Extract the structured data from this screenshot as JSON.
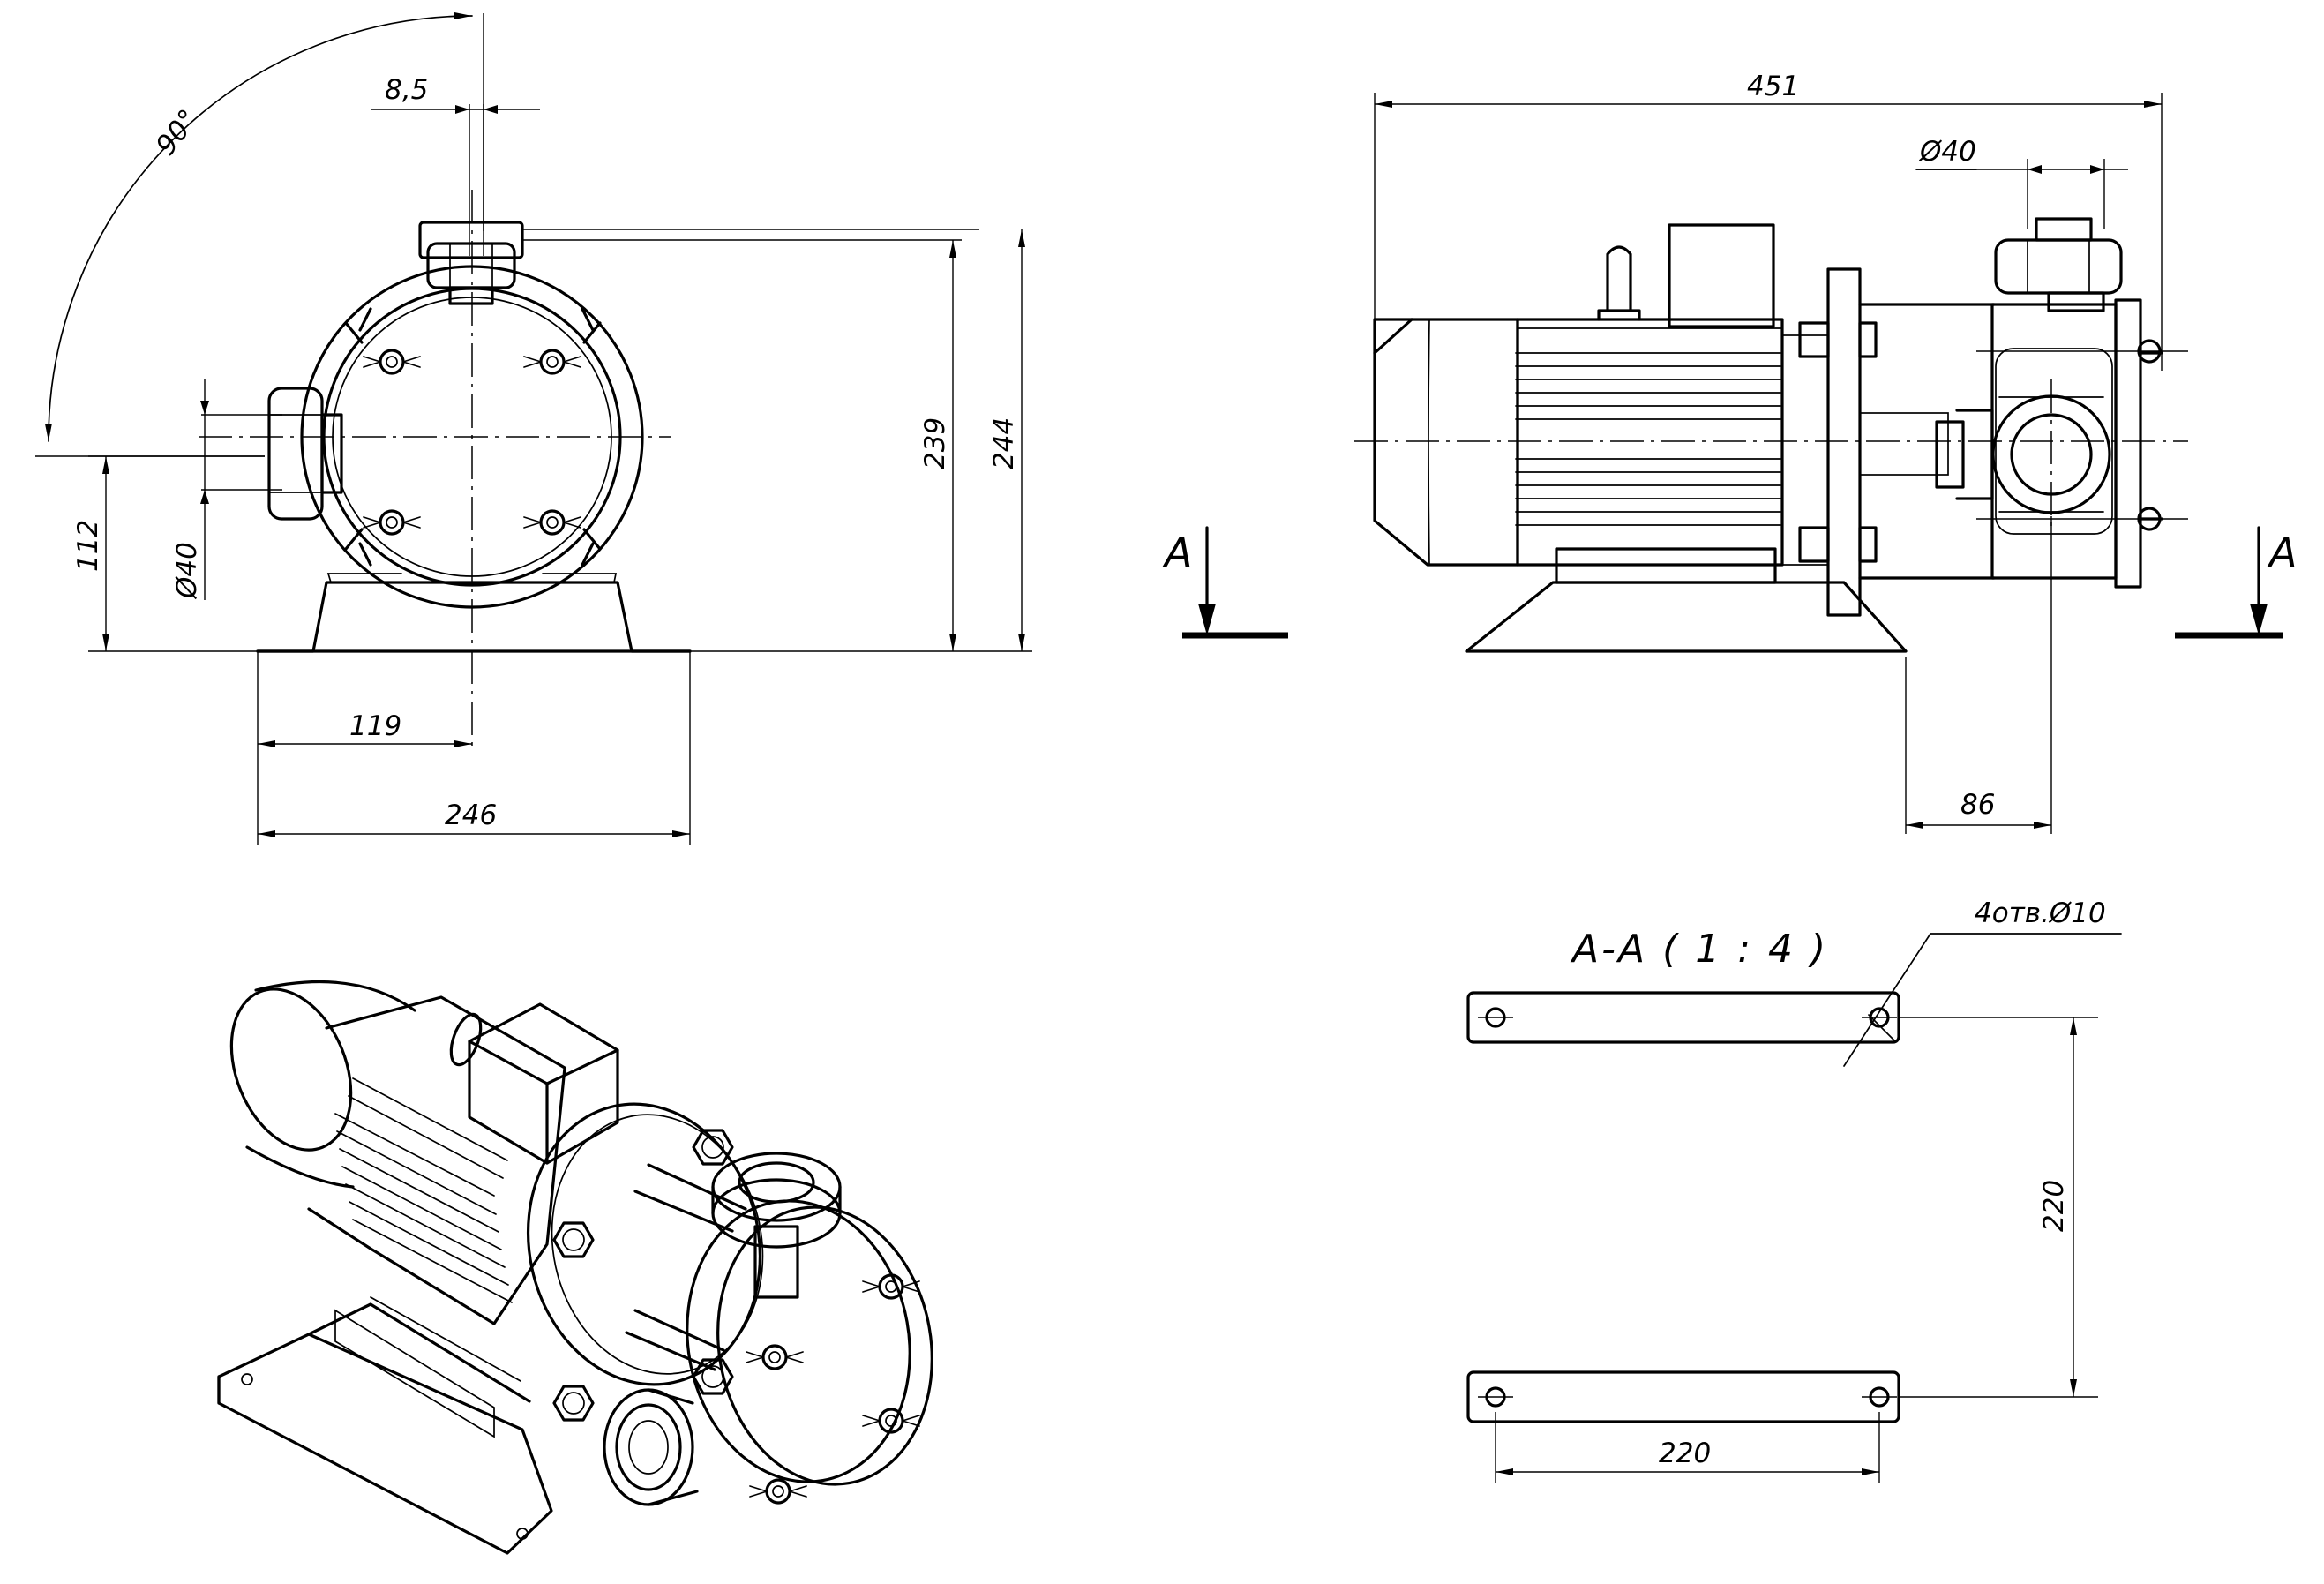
{
  "front_view": {
    "angle_label": "90°",
    "offset_label": "8,5",
    "port_diameter_label": "Ø40",
    "axis_height_label": "112",
    "height_label_1": "239",
    "height_label_2": "244",
    "axis_offset_label": "119",
    "base_width_label": "246"
  },
  "side_view": {
    "overall_length_label": "451",
    "port_diameter_label": "Ø40",
    "foot_offset_label": "86",
    "section_mark_left": "A",
    "section_mark_right": "A"
  },
  "section_view": {
    "title": "A-A ( 1 : 4 )",
    "holes_note": "4отв.Ø10",
    "spacing_vertical_label": "220",
    "spacing_horizontal_label": "220"
  }
}
